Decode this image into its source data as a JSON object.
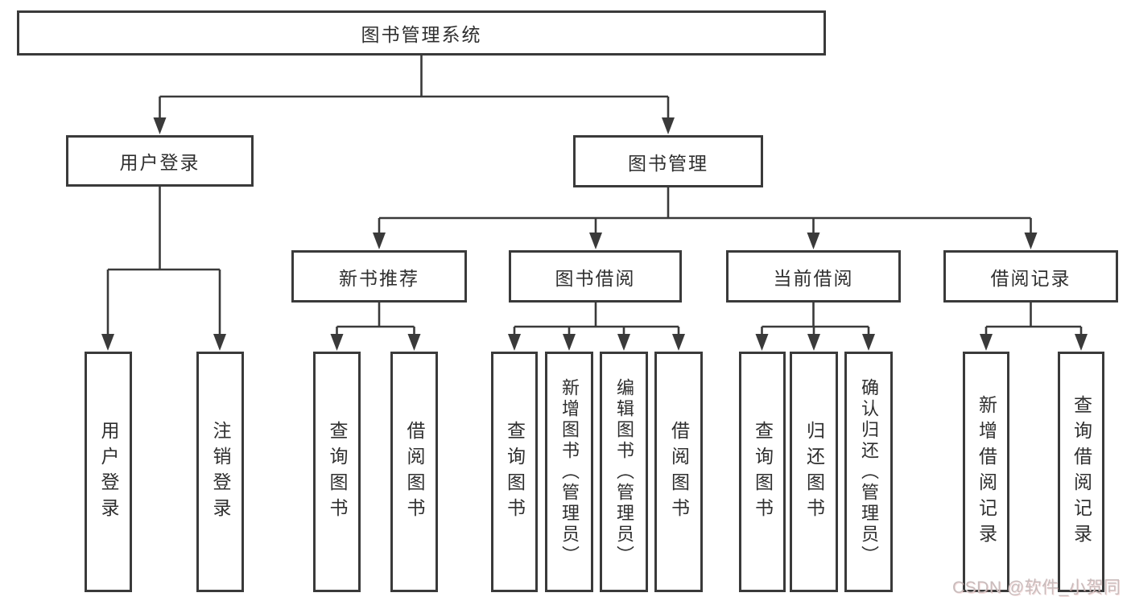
{
  "diagram": {
    "root": {
      "label": "图书管理系统"
    },
    "level2": [
      {
        "label": "用户登录"
      },
      {
        "label": "图书管理"
      }
    ],
    "level3": [
      {
        "label": "新书推荐"
      },
      {
        "label": "图书借阅"
      },
      {
        "label": "当前借阅"
      },
      {
        "label": "借阅记录"
      }
    ],
    "leaves": [
      {
        "label": "用户登录"
      },
      {
        "label": "注销登录"
      },
      {
        "label": "查询图书"
      },
      {
        "label": "借阅图书"
      },
      {
        "label": "查询图书"
      },
      {
        "label": "新增图书（管理员）"
      },
      {
        "label": "编辑图书（管理员）"
      },
      {
        "label": "借阅图书"
      },
      {
        "label": "查询图书"
      },
      {
        "label": "归还图书"
      },
      {
        "label": "确认归还（管理员）"
      },
      {
        "label": "新增借阅记录"
      },
      {
        "label": "查询借阅记录"
      }
    ]
  },
  "watermark": {
    "text": "CSDN @软件_小贺同学"
  },
  "colors": {
    "line": "#3a3a3a",
    "box_border": "#3a3a3a",
    "text": "#2f2f2f",
    "watermark": "#c8bcbc",
    "background": "#ffffff"
  }
}
